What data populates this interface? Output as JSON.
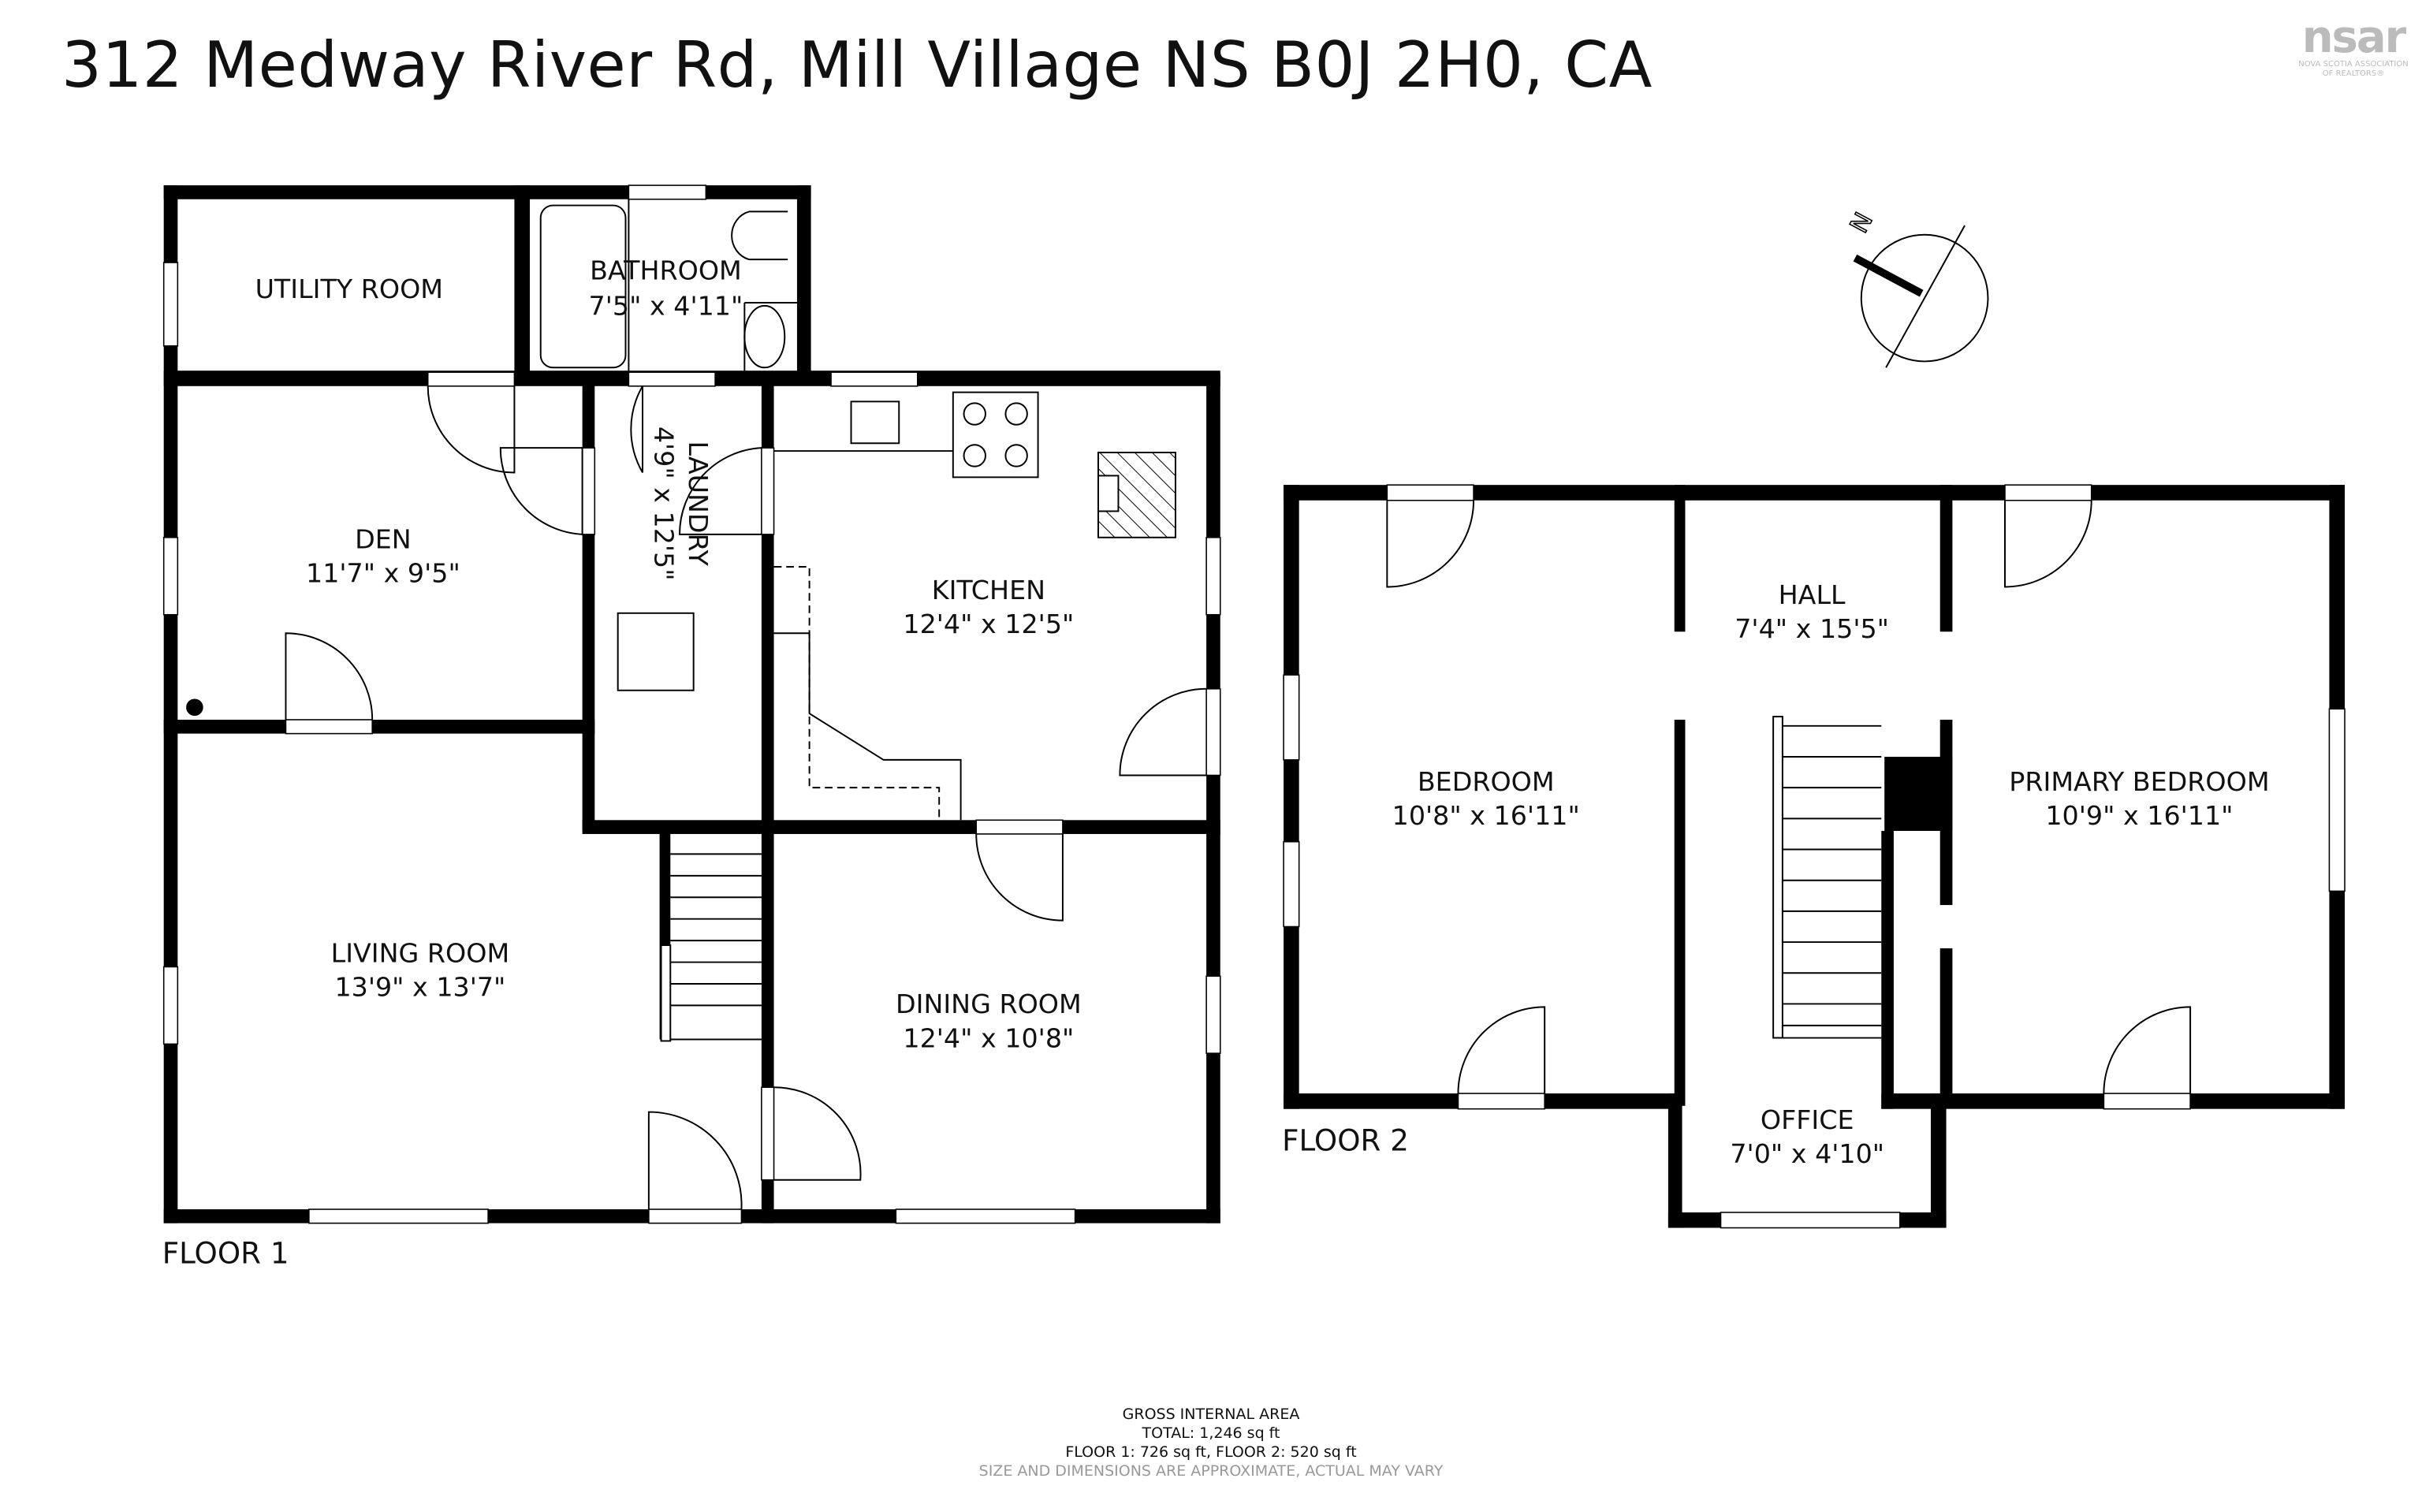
{
  "title": "312 Medway River Rd, Mill Village NS B0J 2H0, CA",
  "logo": {
    "mark": "nsar",
    "line1": "NOVA SCOTIA ASSOCIATION",
    "line2": "OF REALTORS®"
  },
  "compass": {
    "label": "N",
    "icon": "north-arrow-icon"
  },
  "floors": [
    {
      "label": "FLOOR 1",
      "rooms": [
        {
          "name": "UTILITY ROOM",
          "dims": ""
        },
        {
          "name": "BATHROOM",
          "dims": "7'5\" x 4'11\""
        },
        {
          "name": "DEN",
          "dims": "11'7\" x 9'5\""
        },
        {
          "name": "LAUNDRY",
          "dims": "4'9\" x 12'5\""
        },
        {
          "name": "KITCHEN",
          "dims": "12'4\" x 12'5\""
        },
        {
          "name": "LIVING ROOM",
          "dims": "13'9\" x 13'7\""
        },
        {
          "name": "DINING ROOM",
          "dims": "12'4\" x 10'8\""
        }
      ]
    },
    {
      "label": "FLOOR 2",
      "rooms": [
        {
          "name": "HALL",
          "dims": "7'4\" x 15'5\""
        },
        {
          "name": "BEDROOM",
          "dims": "10'8\" x 16'11\""
        },
        {
          "name": "PRIMARY BEDROOM",
          "dims": "10'9\" x 16'11\""
        },
        {
          "name": "OFFICE",
          "dims": "7'0\" x 4'10\""
        }
      ]
    }
  ],
  "footer": {
    "heading": "GROSS INTERNAL AREA",
    "total": "TOTAL: 1,246 sq ft",
    "floors": "FLOOR 1: 726 sq ft, FLOOR 2: 520 sq ft",
    "note": "SIZE AND DIMENSIONS ARE APPROXIMATE, ACTUAL MAY VARY"
  }
}
